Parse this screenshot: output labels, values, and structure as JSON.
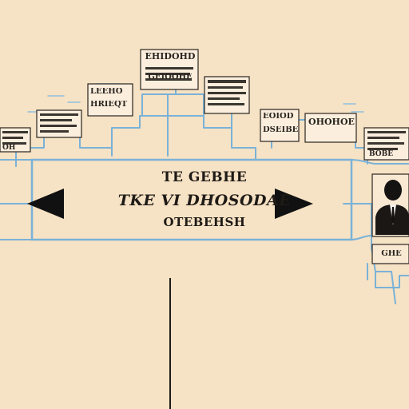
{
  "diagram": {
    "center_title": {
      "line1": "TE GEBHE",
      "line2": "TKE VI DHOSODAE",
      "line3": "OTEBEHSH"
    },
    "labels": {
      "top_center": "EHIDOHD",
      "top_center_sub": "GEIOOHE",
      "node_left_high": "LEEHO",
      "node_left_high_sub": "HRIEQT",
      "node_right_mid": "EOIOD",
      "node_right_mid_sub": "DSEIBE",
      "node_right_far": "OHOHOE",
      "node_far_right": "BOBE",
      "node_far_left": "OH",
      "person_caption": "GHE"
    },
    "colors": {
      "background": "#f6e2c4",
      "connector": "#7ab2d8",
      "ink": "#1e1a16"
    },
    "icons": [
      "arrow-left-icon",
      "arrow-right-icon",
      "person-icon"
    ]
  }
}
